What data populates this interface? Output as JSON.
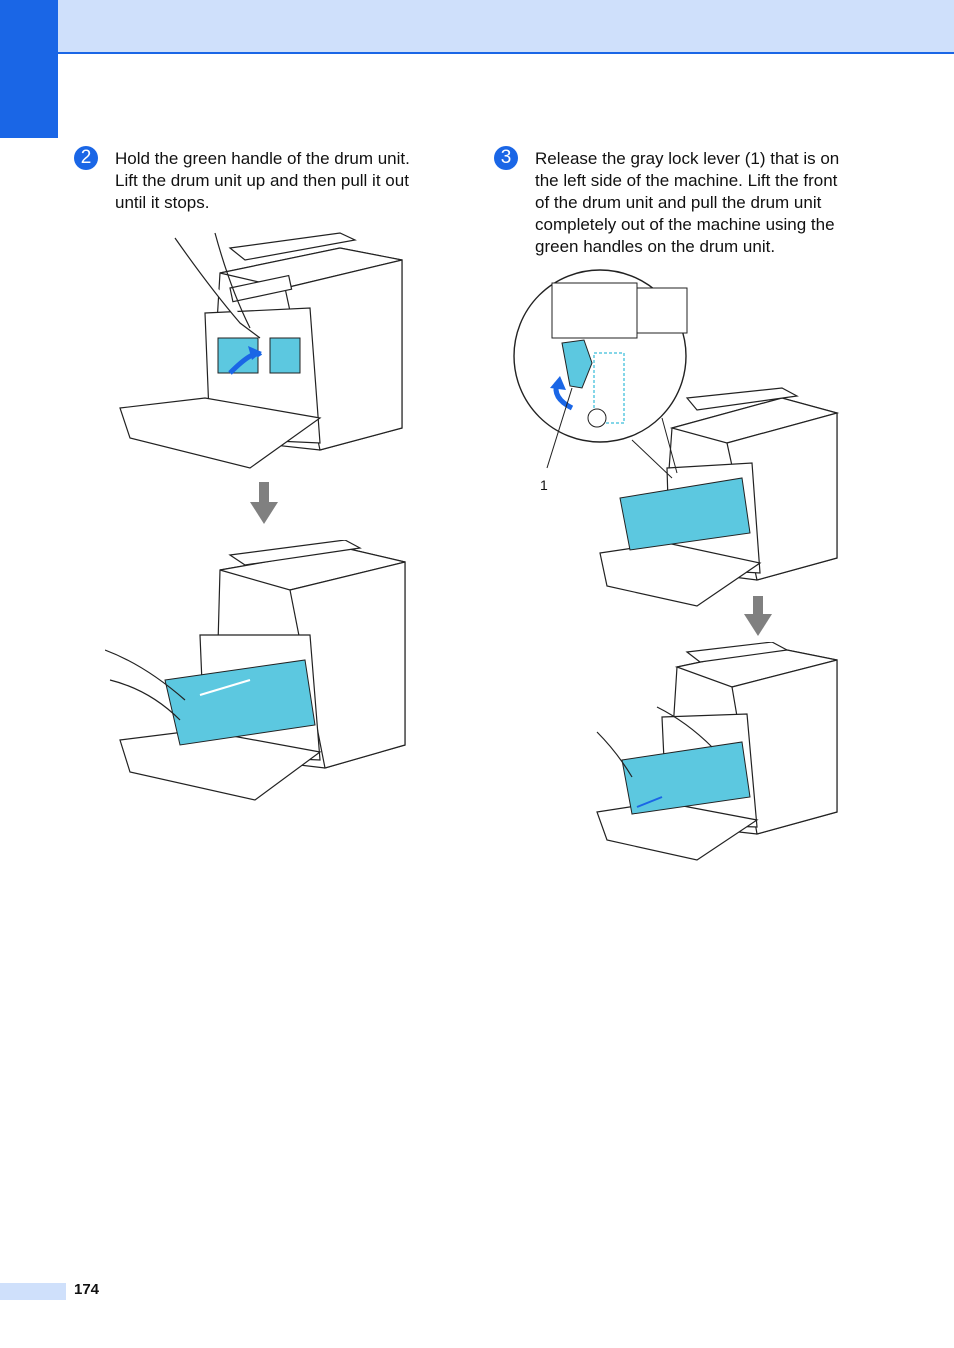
{
  "page": {
    "number": "174"
  },
  "steps": [
    {
      "marker": "2",
      "text": "Hold the green handle of the drum unit.\nLift the drum unit up and then pull it out\nuntil it stops."
    },
    {
      "marker": "3",
      "text": "Release the gray lock lever (1) that is on\nthe left side of the machine. Lift the front\nof the drum unit and pull the drum unit\ncompletely out of the machine using the\ngreen handles on the drum unit.",
      "callout_label": "1"
    }
  ],
  "colors": {
    "accent": "#1a66e6",
    "band": "#cfe0fb",
    "part_highlight": "#5cc8e0",
    "arrow": "#808080"
  }
}
